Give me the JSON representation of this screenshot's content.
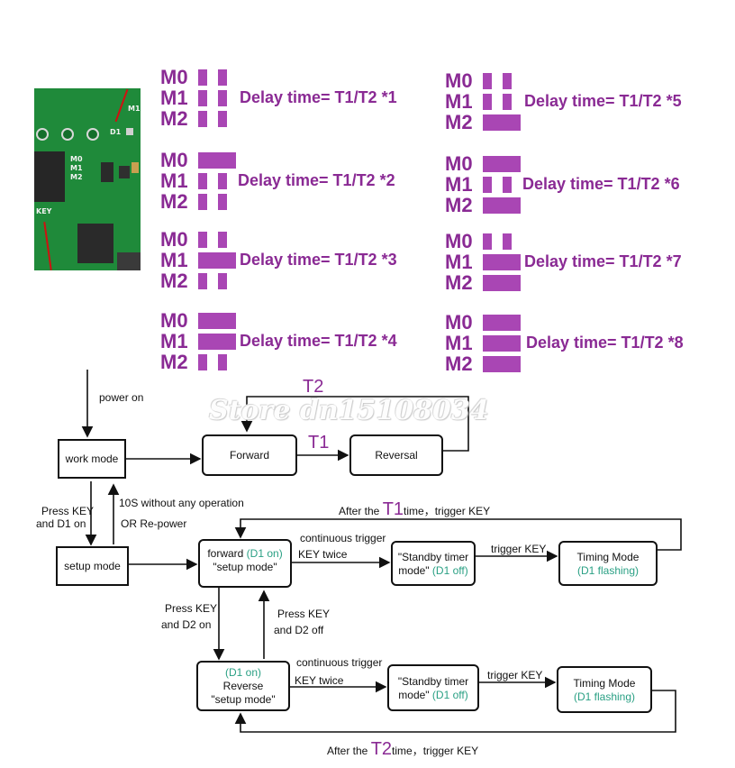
{
  "pcb": {
    "silk": [
      "M0",
      "M1",
      "M2",
      "D1",
      "KEY",
      "M1"
    ]
  },
  "legend": {
    "mode_labels": [
      "M0",
      "M1",
      "M2"
    ],
    "items": [
      {
        "text": "Delay time= T1/T2 *1",
        "bits": [
          [
            1,
            0,
            1,
            0
          ],
          [
            1,
            0,
            1,
            0
          ],
          [
            1,
            0,
            1,
            0
          ]
        ]
      },
      {
        "text": "Delay time= T1/T2 *2",
        "bits": [
          [
            1,
            1,
            1,
            1
          ],
          [
            1,
            0,
            1,
            0
          ],
          [
            1,
            0,
            1,
            0
          ]
        ]
      },
      {
        "text": "Delay time= T1/T2 *3",
        "bits": [
          [
            1,
            0,
            1,
            0
          ],
          [
            1,
            1,
            1,
            1
          ],
          [
            1,
            0,
            1,
            0
          ]
        ]
      },
      {
        "text": "Delay time= T1/T2 *4",
        "bits": [
          [
            1,
            1,
            1,
            1
          ],
          [
            1,
            1,
            1,
            1
          ],
          [
            1,
            0,
            1,
            0
          ]
        ]
      },
      {
        "text": "Delay time= T1/T2 *5",
        "bits": [
          [
            1,
            0,
            1,
            0
          ],
          [
            1,
            0,
            1,
            0
          ],
          [
            1,
            1,
            1,
            1
          ]
        ]
      },
      {
        "text": "Delay time= T1/T2 *6",
        "bits": [
          [
            1,
            1,
            1,
            1
          ],
          [
            1,
            0,
            1,
            0
          ],
          [
            1,
            1,
            1,
            1
          ]
        ]
      },
      {
        "text": "Delay time= T1/T2 *7",
        "bits": [
          [
            1,
            0,
            1,
            0
          ],
          [
            1,
            1,
            1,
            1
          ],
          [
            1,
            1,
            1,
            1
          ]
        ]
      },
      {
        "text": "Delay time= T1/T2 *8",
        "bits": [
          [
            1,
            1,
            1,
            1
          ],
          [
            1,
            1,
            1,
            1
          ],
          [
            1,
            1,
            1,
            1
          ]
        ]
      }
    ]
  },
  "flow": {
    "power_on": "power on",
    "work_mode": "work mode",
    "forward": "Forward",
    "reversal": "Reversal",
    "t1": "T1",
    "t2": "T2",
    "watermark": "Store dn15108034",
    "press_key_d1_on_1": "Press KEY",
    "press_key_d1_on_2": "and D1 on",
    "no_operation_1": "10S without any operation",
    "no_operation_2": "OR Re-power",
    "setup_mode": "setup mode",
    "after_t1_prefix": "After the",
    "after_t1_big": "T1",
    "after_t1_suffix": "time，trigger KEY",
    "fwd_setup_1": "forward",
    "fwd_setup_d1": "(D1 on)",
    "fwd_setup_2": "\"setup mode\"",
    "continuous_1": "continuous trigger",
    "continuous_2": "KEY twice",
    "standby_1": "\"Standby timer",
    "standby_2": "mode\"",
    "d1_off": "(D1 off)",
    "trigger_key": "trigger KEY",
    "timing_mode": "Timing Mode",
    "d1_flashing": "(D1 flashing)",
    "press_key_d2_on_1": "Press KEY",
    "press_key_d2_on_2": "and D2 on",
    "press_key_d2_off_1": "Press KEY",
    "press_key_d2_off_2": "and D2 off",
    "rev_setup_d1": "(D1 on)",
    "rev_setup_1": "Reverse",
    "rev_setup_2": "\"setup mode\"",
    "continuous_b1": "continuous trigger",
    "continuous_b2": "KEY twice",
    "standby_b1": "\"Standby timer",
    "standby_b2": "mode\"",
    "d1_off_b": "(D1 off)",
    "trigger_key_b": "trigger KEY",
    "timing_mode_b": "Timing Mode",
    "d1_flashing_b": "(D1 flashing)",
    "after_t2_prefix": "After the",
    "after_t2_big": "T2",
    "after_t2_suffix": "time，trigger KEY"
  }
}
